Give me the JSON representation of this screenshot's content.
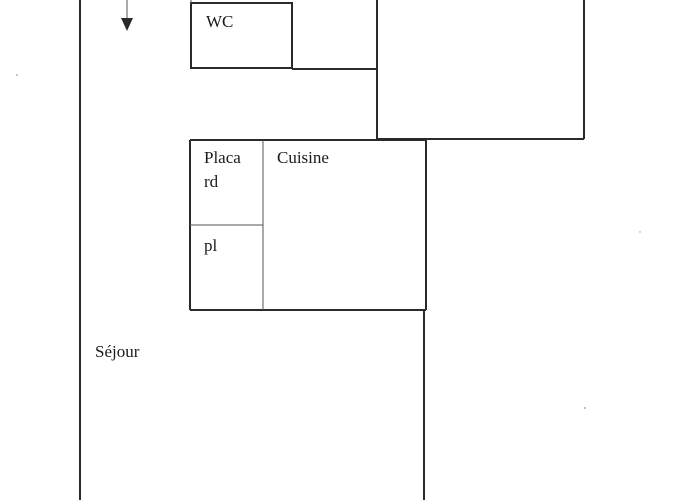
{
  "floor_plan": {
    "rooms": {
      "wc": {
        "label": "WC"
      },
      "placard": {
        "label_lines": [
          "Placa",
          "rd"
        ]
      },
      "cuisine": {
        "label": "Cuisine"
      },
      "pl": {
        "label": "pl"
      },
      "sejour": {
        "label": "Séjour"
      }
    },
    "entrance_marker": "arrow-down-icon",
    "colors": {
      "ink": "#2a2a2a",
      "paper": "#ffffff"
    }
  }
}
